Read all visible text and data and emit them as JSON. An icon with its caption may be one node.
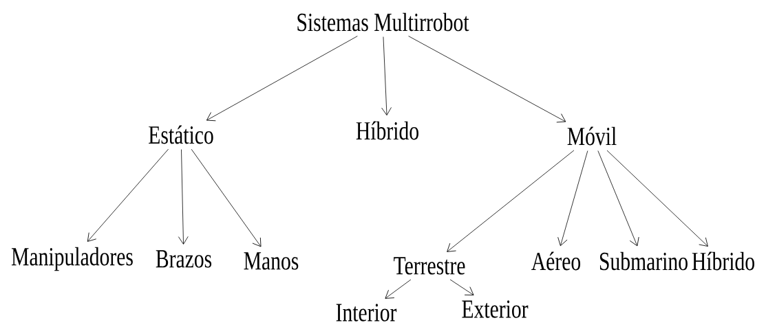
{
  "diagram": {
    "nodes": [
      {
        "text": [
          "Sistemas Multirrobot"
        ]
      },
      {
        "text": [
          "Estático"
        ]
      },
      {
        "text": [
          "Híbrido"
        ]
      },
      {
        "text": [
          "Móvil"
        ]
      },
      {
        "text": [
          "Manipuladores"
        ]
      },
      {
        "text": [
          "Brazos"
        ]
      },
      {
        "text": [
          "Manos"
        ]
      },
      {
        "text": [
          "Terrestre"
        ]
      },
      {
        "text": [
          "Aéreo"
        ]
      },
      {
        "text": [
          "Submarino"
        ]
      },
      {
        "text": [
          "Híbrido"
        ]
      },
      {
        "text": [
          "Interior"
        ]
      },
      {
        "text": [
          "Exterior"
        ]
      }
    ],
    "edges": [
      {
        "from": 0,
        "to": 1,
        "arrow": "to"
      },
      {
        "from": 0,
        "to": 2,
        "arrow": "to"
      },
      {
        "from": 0,
        "to": 3,
        "arrow": "to"
      },
      {
        "from": 1,
        "to": 4,
        "arrow": "to"
      },
      {
        "from": 1,
        "to": 5,
        "arrow": "to"
      },
      {
        "from": 1,
        "to": 6,
        "arrow": "to"
      },
      {
        "from": 3,
        "to": 7,
        "arrow": "to"
      },
      {
        "from": 3,
        "to": 8,
        "arrow": "to"
      },
      {
        "from": 3,
        "to": 9,
        "arrow": "to"
      },
      {
        "from": 3,
        "to": 10,
        "arrow": "to"
      },
      {
        "from": 7,
        "to": 11,
        "arrow": "to"
      },
      {
        "from": 7,
        "to": 12,
        "arrow": "to"
      }
    ]
  }
}
